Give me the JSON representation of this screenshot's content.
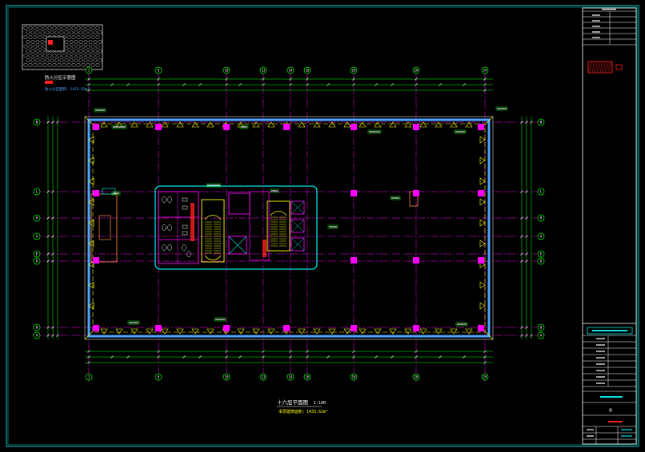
{
  "colors": {
    "background": "#000000",
    "frame": "#00c8c8",
    "grid": "#ff00ff",
    "dimension": "#00ff00",
    "wall": "#4da6ff",
    "column": "#ff00ff",
    "core": "#00e0e0",
    "stair": "#ffff00",
    "text_white": "#ffffff",
    "text_red": "#ff2020",
    "text_yellow": "#ffff00"
  },
  "grid_axes": {
    "vertical": [
      "1",
      "6",
      "10",
      "13",
      "14",
      "16",
      "18",
      "20",
      "24"
    ],
    "horizontal": [
      "N",
      "L",
      "H",
      "G",
      "E",
      "D",
      "B",
      "A"
    ]
  },
  "keyplan": {
    "title": "防火分区示意图",
    "area_label": "防火分区面积：1433.62m²"
  },
  "drawing": {
    "title": "十六层平面图",
    "scale": "1:100",
    "area_line": "本层建筑面积：1433.62m²"
  },
  "title_block": {
    "label": "图"
  }
}
